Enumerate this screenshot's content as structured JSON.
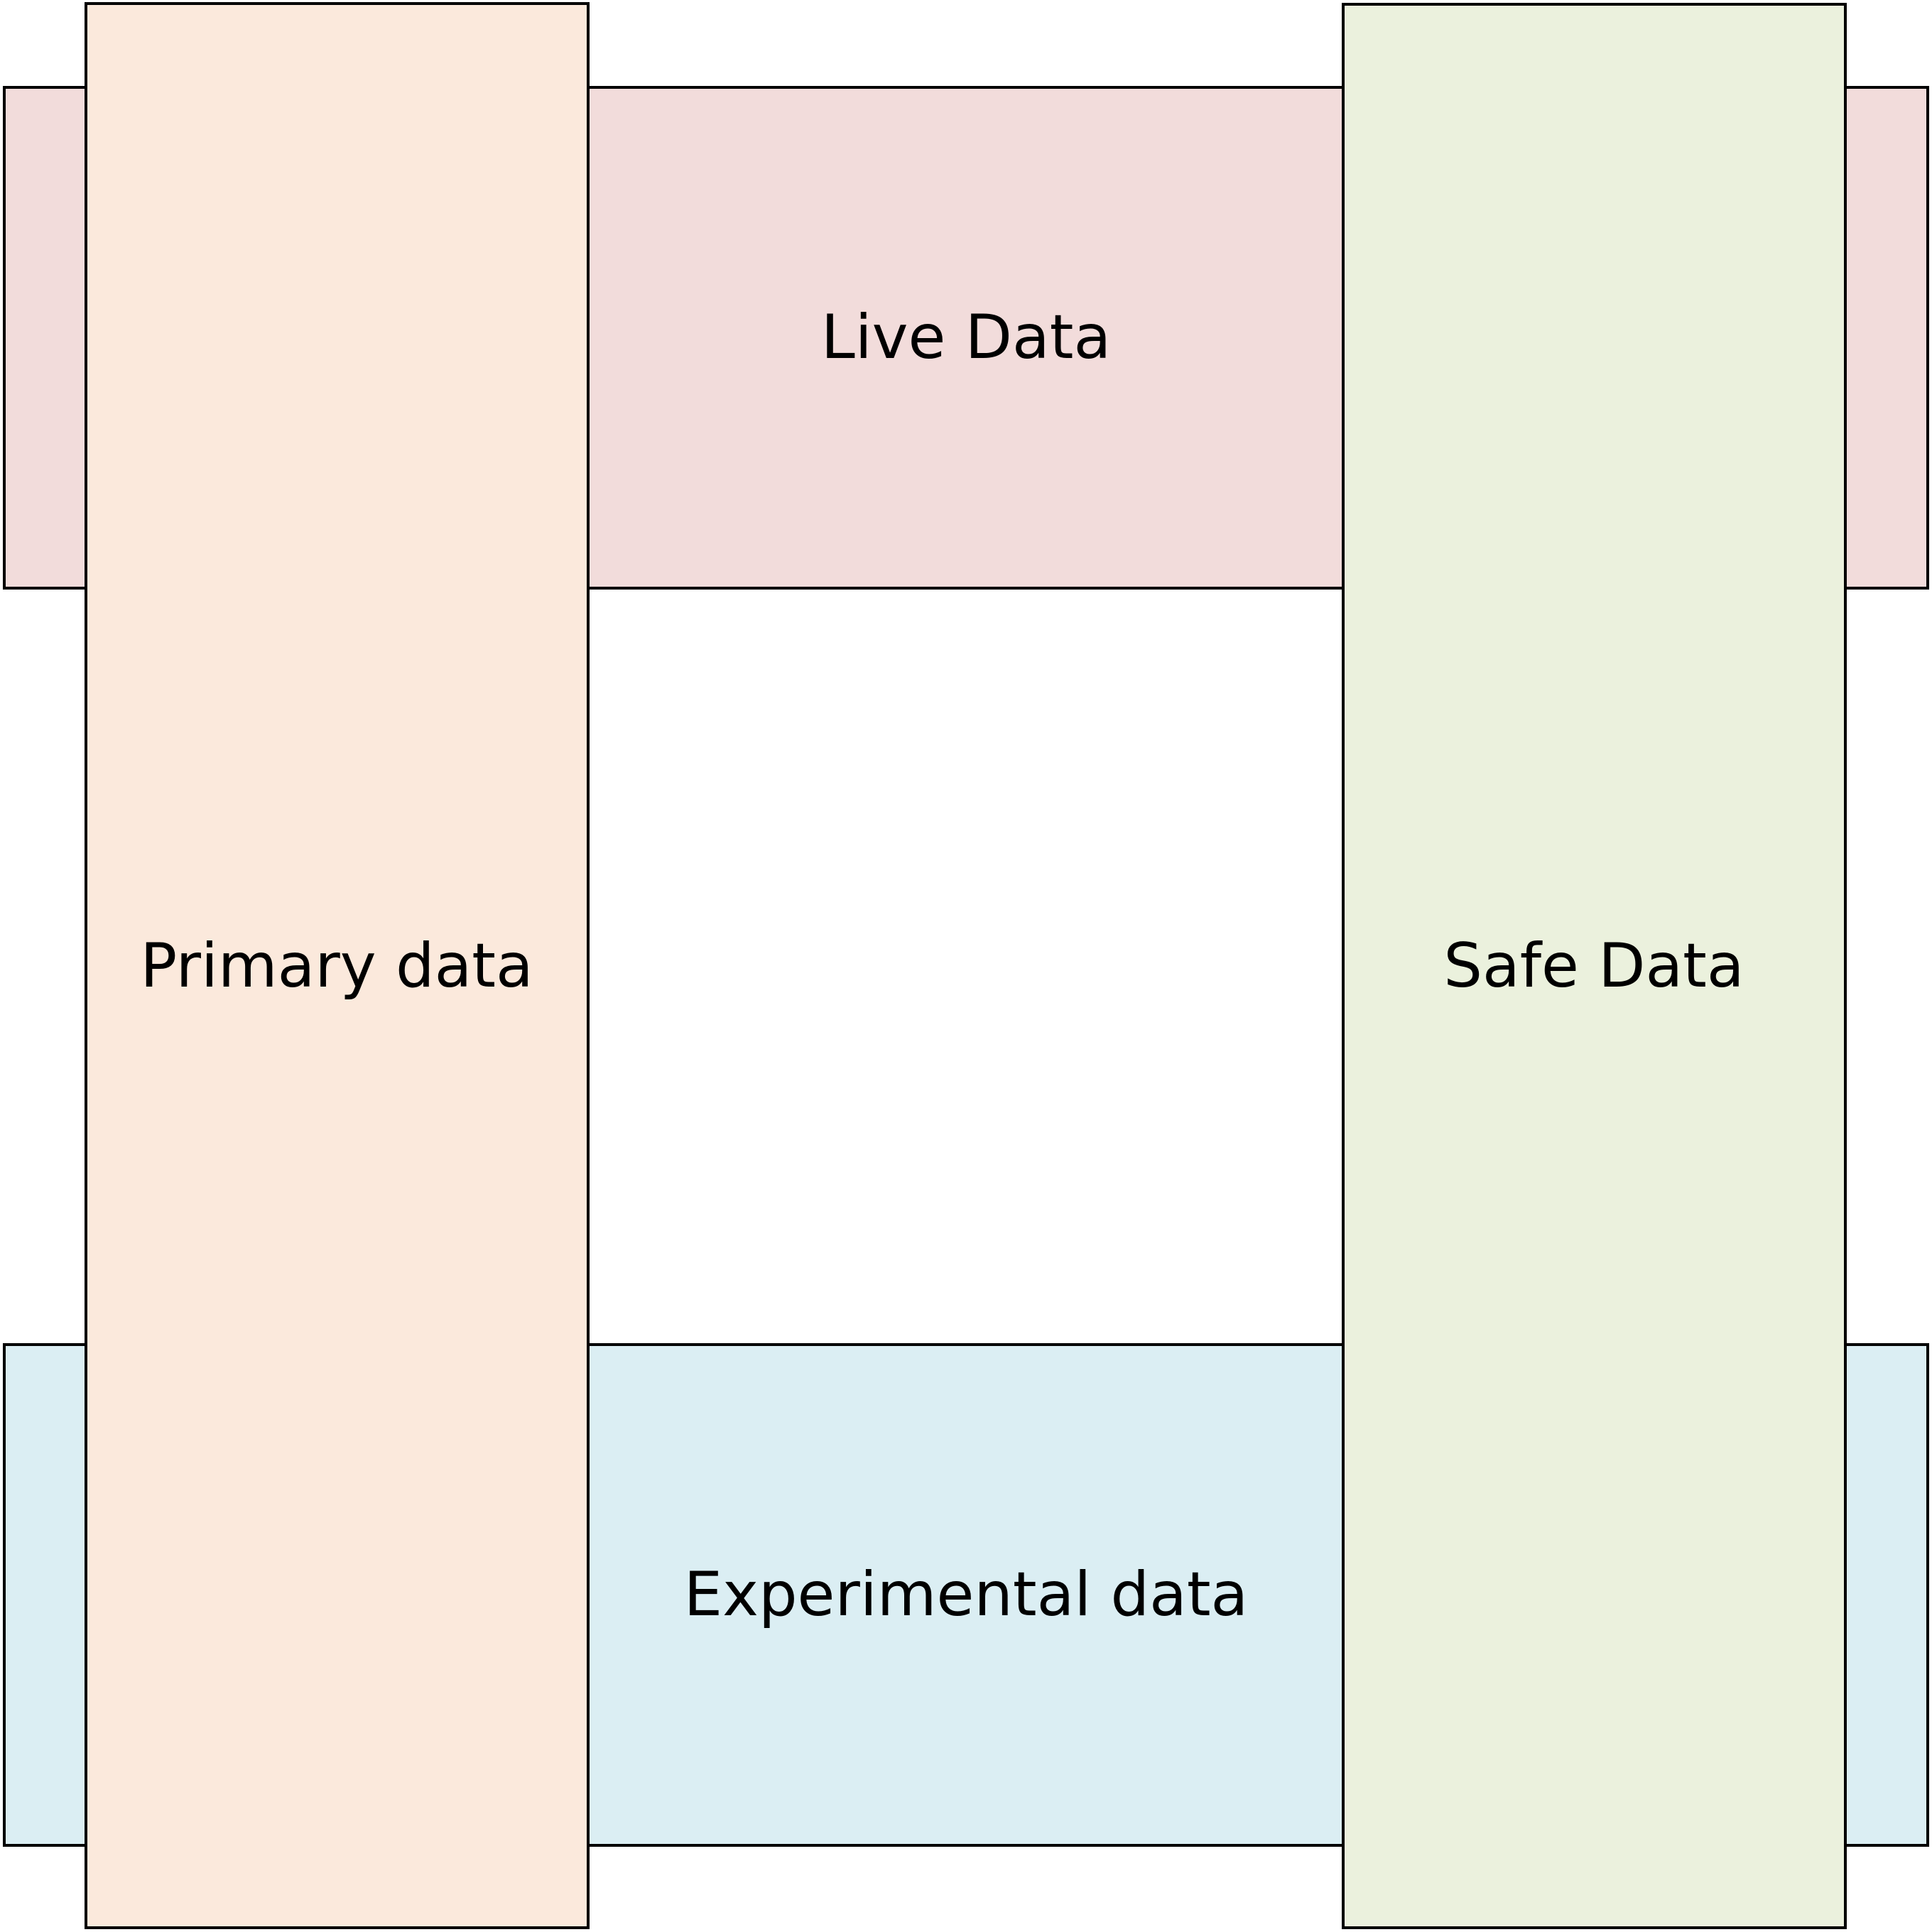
{
  "diagram": {
    "bands": [
      {
        "id": "live",
        "label": "Live Data",
        "color": "#f2dcdb"
      },
      {
        "id": "experimental",
        "label": "Experimental data",
        "color": "#dbeef3"
      }
    ],
    "columns": [
      {
        "id": "primary",
        "label": "Primary data",
        "color": "#fbe9dc"
      },
      {
        "id": "safe",
        "label": "Safe Data",
        "color": "#ebf1dd"
      }
    ],
    "border_color": "#000000"
  }
}
